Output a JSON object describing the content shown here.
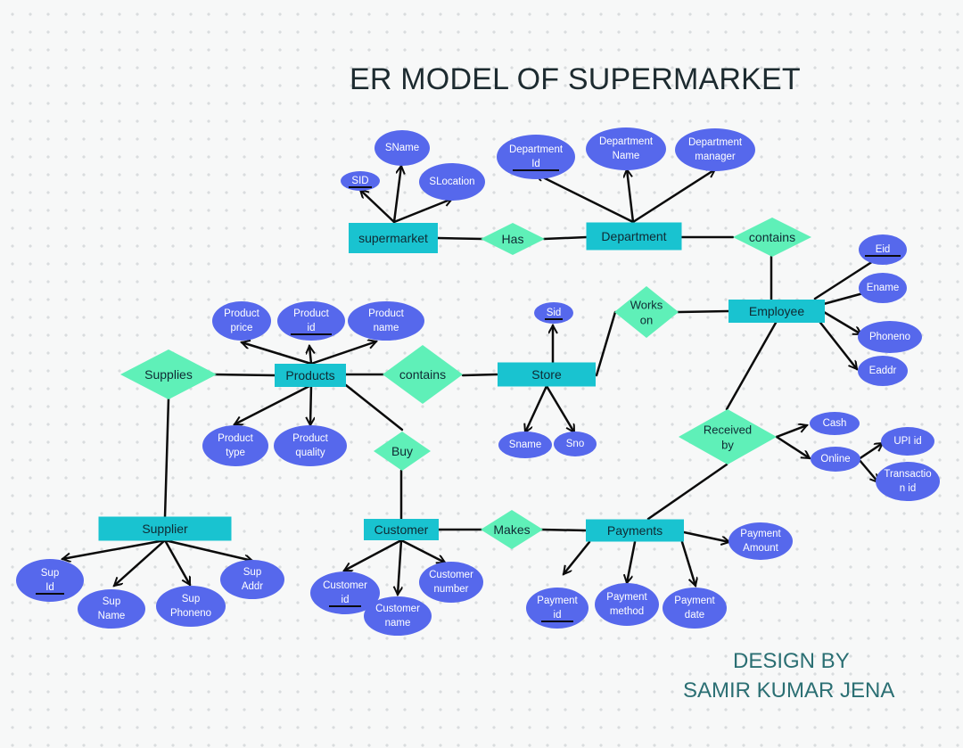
{
  "title": "ER MODEL OF SUPERMARKET",
  "credit": {
    "line1": "DESIGN BY",
    "line2": "SAMIR KUMAR JENA"
  },
  "colors": {
    "entity": "#19c3d0",
    "relationship": "#5ff0b8",
    "attribute": "#5668ec",
    "line": "#0b0b0b",
    "title": "#1d2b30",
    "credit": "#2b6f73"
  },
  "entities": {
    "supermarket": "supermarket",
    "department": "Department",
    "employee": "Employee",
    "products": "Products",
    "store": "Store",
    "supplier": "Supplier",
    "customer": "Customer",
    "payments": "Payments"
  },
  "relationships": {
    "has": "Has",
    "contains_dept_emp": "contains",
    "works_on": [
      "Works",
      "on"
    ],
    "supplies": "Supplies",
    "contains_prod_store": "contains",
    "buy": "Buy",
    "makes": "Makes",
    "received_by": [
      "Received",
      "by"
    ]
  },
  "attributes": {
    "sname": "SName",
    "sid": "SID",
    "slocation": "SLocation",
    "department_id": [
      "Department",
      "Id"
    ],
    "department_name": [
      "Department",
      "Name"
    ],
    "department_manager": [
      "Department",
      "manager"
    ],
    "eid": "Eid",
    "ename": "Ename",
    "phoneno": "Phoneno",
    "eaddr": "Eaddr",
    "product_price": [
      "Product",
      "price"
    ],
    "product_id": [
      "Product",
      "id"
    ],
    "product_name": [
      "Product",
      "name"
    ],
    "product_type": [
      "Product",
      "type"
    ],
    "product_quality": [
      "Product",
      "quality"
    ],
    "store_sid": "Sid",
    "store_sname": "Sname",
    "sno": "Sno",
    "cash": "Cash",
    "online": "Online",
    "upi_id": "UPI id",
    "transaction_id": [
      "Transactio",
      "n id"
    ],
    "sup_id": [
      "Sup",
      "Id"
    ],
    "sup_name": [
      "Sup",
      "Name"
    ],
    "sup_phoneno": [
      "Sup",
      "Phoneno"
    ],
    "sup_addr": [
      "Sup",
      "Addr"
    ],
    "customer_id": [
      "Customer",
      "id"
    ],
    "customer_name": [
      "Customer",
      "name"
    ],
    "customer_number": [
      "Customer",
      "number"
    ],
    "payment_amount": [
      "Payment",
      "Amount"
    ],
    "payment_id": [
      "Payment",
      "id"
    ],
    "payment_method": [
      "Payment",
      "method"
    ],
    "payment_date": [
      "Payment",
      "date"
    ]
  }
}
